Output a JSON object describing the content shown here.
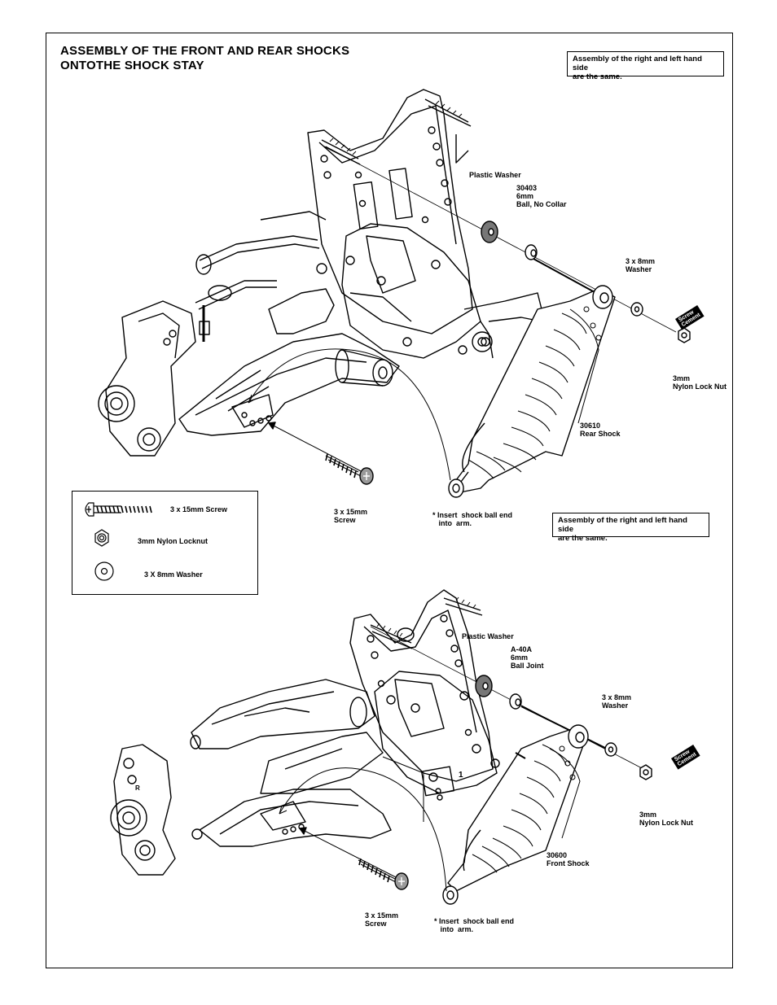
{
  "title": [
    "ASSEMBLY OF THE FRONT AND  REAR SHOCKS",
    "ONTOTHE SHOCK STAY"
  ],
  "notes": {
    "top": [
      "Assembly of the right and left hand side",
      "are the same."
    ],
    "middle": [
      "Assembly of the right and left hand side",
      "are the same."
    ]
  },
  "rear": {
    "plastic_washer": "Plastic Washer",
    "ball": [
      "30403",
      "6mm",
      "Ball, No Collar"
    ],
    "washer": [
      "3 x 8mm",
      "Washer"
    ],
    "nut": [
      "3mm",
      "Nylon Lock Nut"
    ],
    "shock": [
      "30610",
      "Rear Shock"
    ],
    "screw": [
      "3 x 15mm",
      "Screw"
    ],
    "insert": [
      "* Insert  shock ball end",
      "   into  arm."
    ],
    "cement": [
      "Screw",
      "Cement"
    ]
  },
  "front": {
    "plastic_washer": "Plastic Washer",
    "ball": [
      "A-40A",
      "6mm",
      "Ball Joint"
    ],
    "washer": [
      "3 x 8mm",
      "Washer"
    ],
    "nut": [
      "3mm",
      "Nylon Lock Nut"
    ],
    "shock": [
      "30600",
      "Front Shock"
    ],
    "screw": [
      "3 x 15mm",
      "Screw"
    ],
    "insert": [
      "* Insert  shock ball end",
      "   into  arm."
    ],
    "cement": [
      "Screw",
      "Cement"
    ],
    "r_mark": "R",
    "num_mark": "1"
  },
  "legend": {
    "screw": "3 x 15mm Screw",
    "locknut": "3mm Nylon Locknut",
    "washer": "3 X 8mm Washer"
  }
}
